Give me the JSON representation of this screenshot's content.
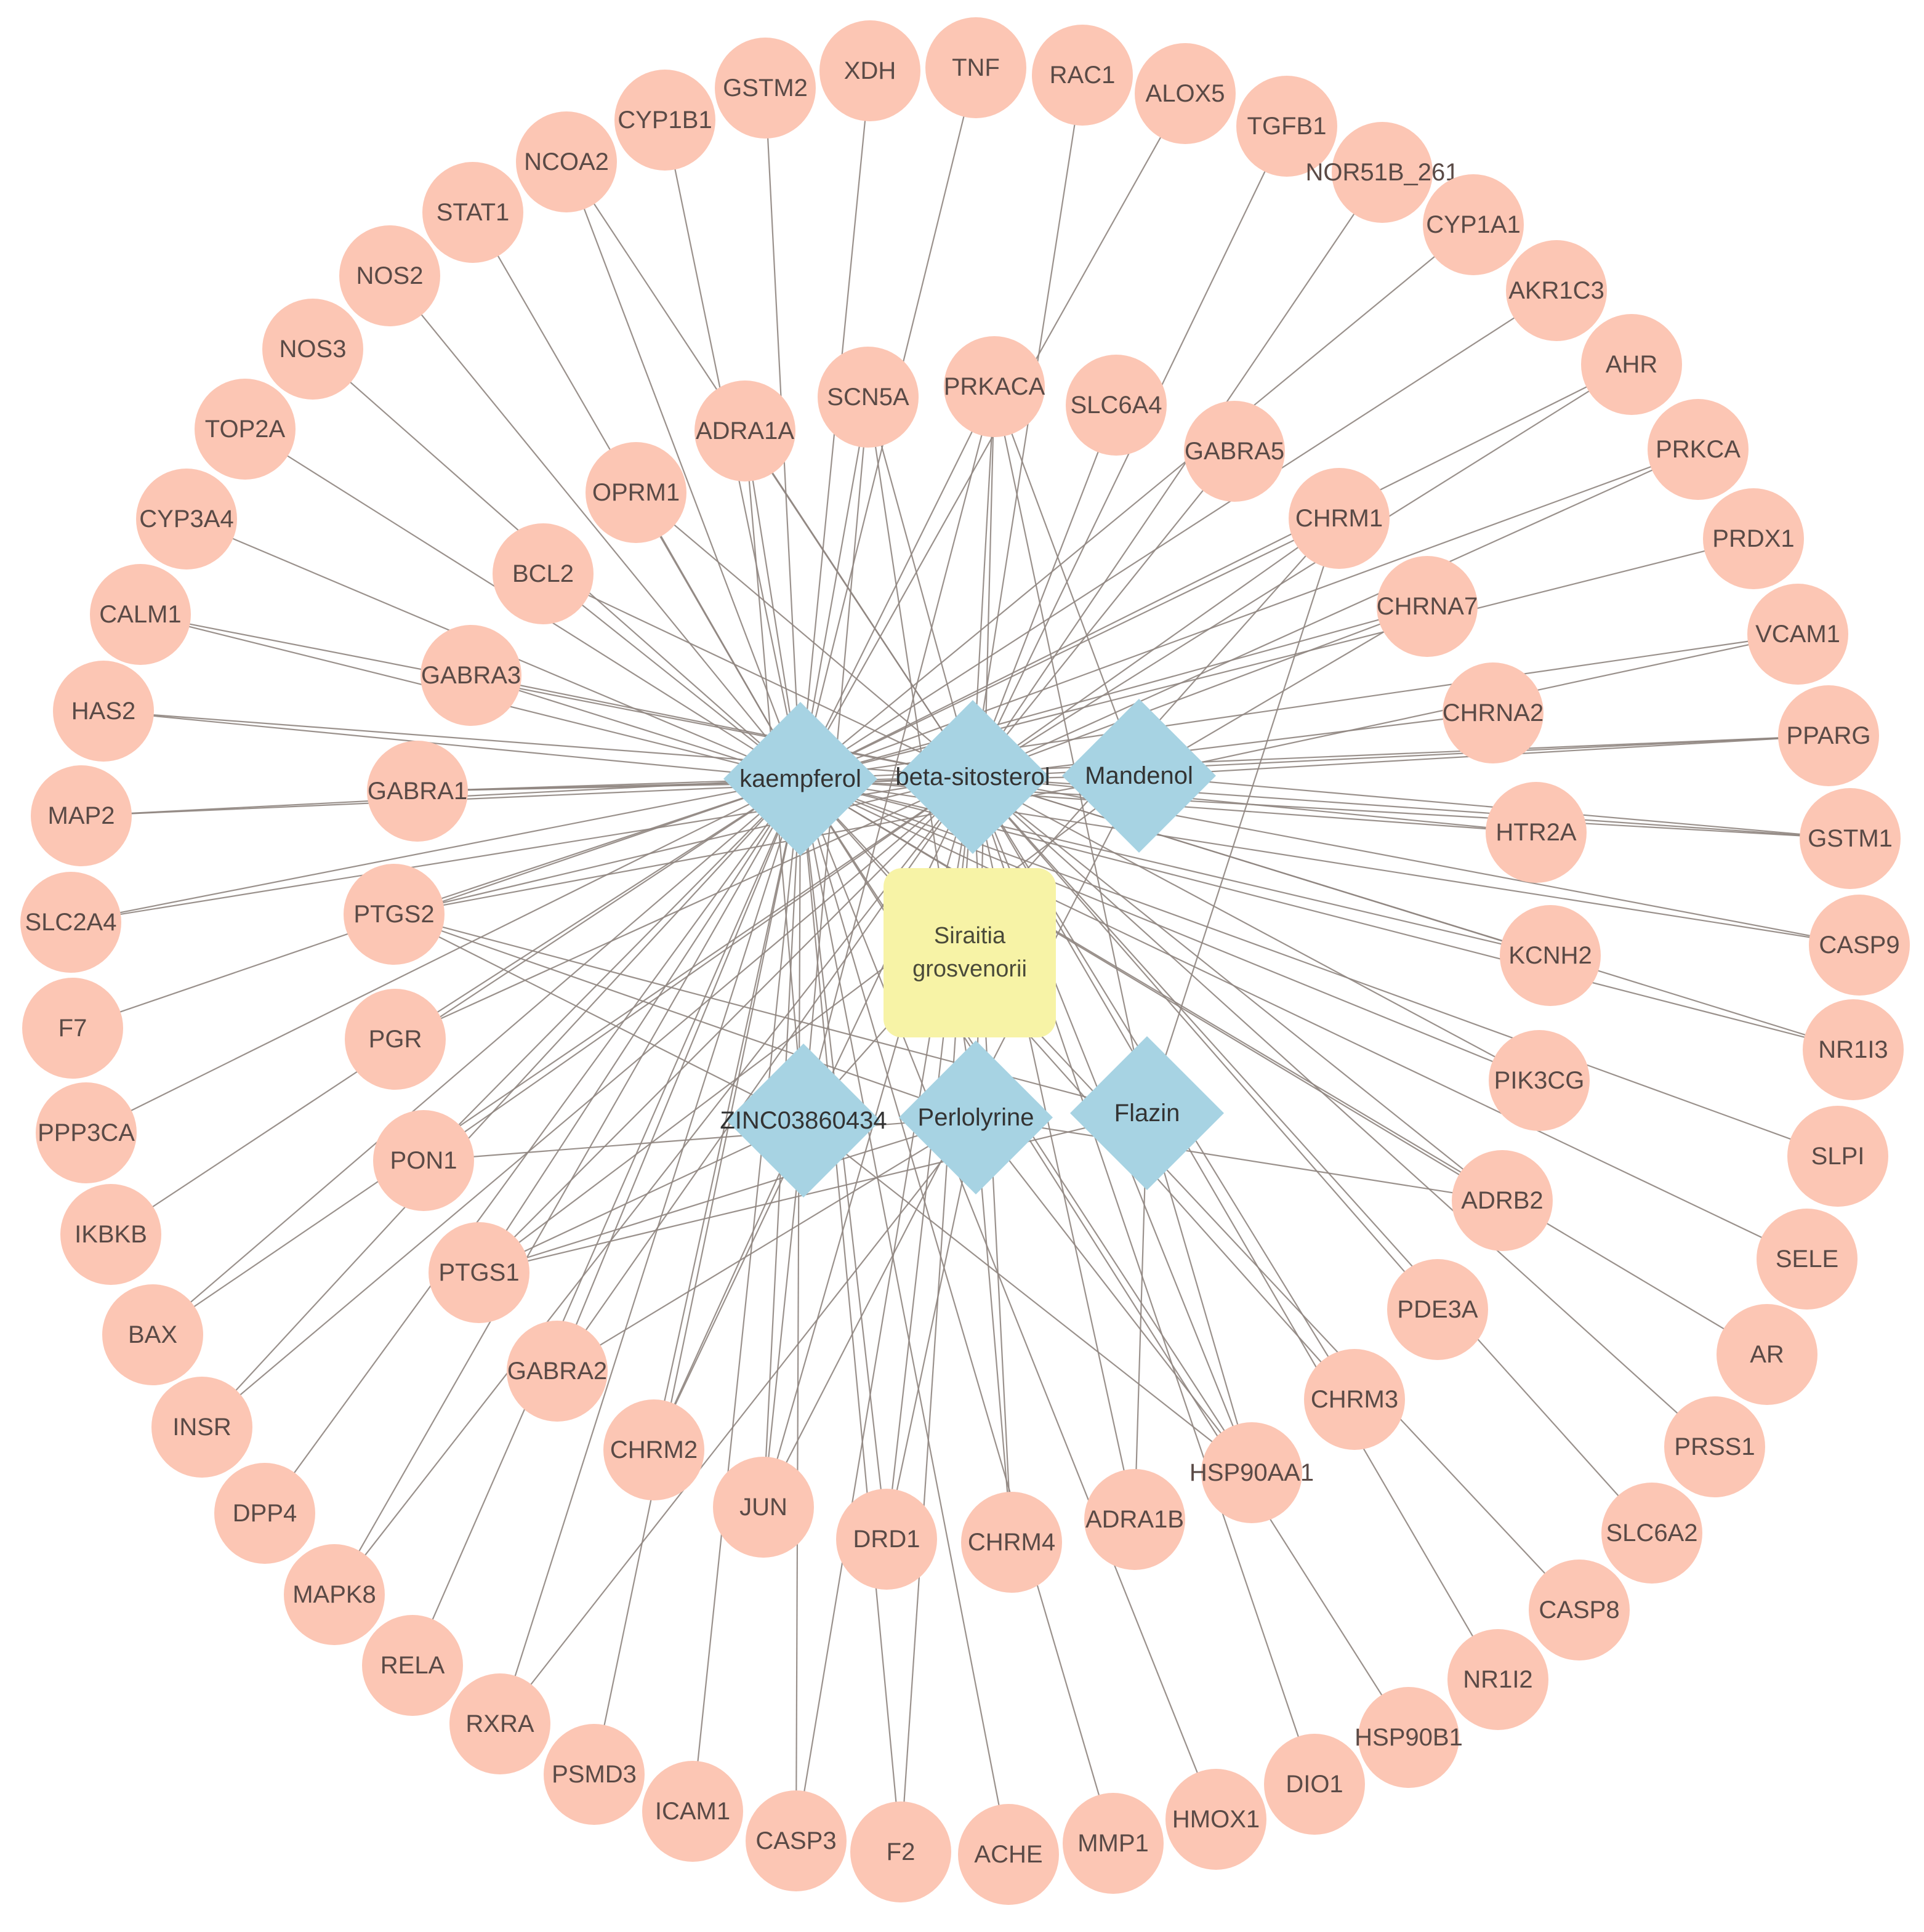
{
  "colors": {
    "target": "#fcc6b4",
    "compound": "#a7d3e3",
    "herb": "#f7f3a6",
    "edge": "#8f8580"
  },
  "herb": {
    "label": "Siraitia\ngrosvenorii",
    "lines": [
      "Siraitia",
      "grosvenorii"
    ]
  },
  "compounds": [
    {
      "id": "kaempferol",
      "label": "kaempferol"
    },
    {
      "id": "beta-sitosterol",
      "label": "beta-sitosterol"
    },
    {
      "id": "Mandenol",
      "label": "Mandenol"
    },
    {
      "id": "ZINC03860434",
      "label": "ZINC03860434"
    },
    {
      "id": "Perlolyrine",
      "label": "Perlolyrine"
    },
    {
      "id": "Flazin",
      "label": "Flazin"
    }
  ],
  "outer_targets": [
    "TNF",
    "RAC1",
    "ALOX5",
    "TGFB1",
    "NOR51B_261",
    "CYP1A1",
    "AKR1C3",
    "AHR",
    "PRKCA",
    "PRDX1",
    "VCAM1",
    "PPARG",
    "GSTM1",
    "CASP9",
    "NR1I3",
    "SLPI",
    "SELE",
    "AR",
    "PRSS1",
    "SLC6A2",
    "CASP8",
    "NR1I2",
    "HSP90B1",
    "DIO1",
    "HMOX1",
    "MMP1",
    "ACHE",
    "F2",
    "CASP3",
    "ICAM1",
    "PSMD3",
    "RXRA",
    "RELA",
    "MAPK8",
    "DPP4",
    "INSR",
    "BAX",
    "IKBKB",
    "PPP3CA",
    "F7",
    "SLC2A4",
    "MAP2",
    "HAS2",
    "CALM1",
    "CYP3A4",
    "TOP2A",
    "NOS3",
    "NOS2",
    "STAT1",
    "NCOA2",
    "CYP1B1",
    "GSTM2",
    "XDH"
  ],
  "inner_targets": [
    "SCN5A",
    "PRKACA",
    "SLC6A4",
    "GABRA5",
    "CHRM1",
    "CHRNA7",
    "CHRNA2",
    "HTR2A",
    "KCNH2",
    "PIK3CG",
    "ADRB2",
    "PDE3A",
    "CHRM3",
    "HSP90AA1",
    "ADRA1B",
    "CHRM4",
    "DRD1",
    "JUN",
    "CHRM2",
    "GABRA2",
    "PTGS1",
    "PON1",
    "PGR",
    "PTGS2",
    "GABRA1",
    "GABRA3",
    "BCL2",
    "OPRM1",
    "ADRA1A"
  ],
  "edges": [
    [
      "kaempferol",
      "TNF"
    ],
    [
      "kaempferol",
      "ALOX5"
    ],
    [
      "kaempferol",
      "NCOA2"
    ],
    [
      "kaempferol",
      "CYP1B1"
    ],
    [
      "kaempferol",
      "GSTM2"
    ],
    [
      "kaempferol",
      "XDH"
    ],
    [
      "kaempferol",
      "STAT1"
    ],
    [
      "kaempferol",
      "NOS2"
    ],
    [
      "kaempferol",
      "NOS3"
    ],
    [
      "kaempferol",
      "TOP2A"
    ],
    [
      "kaempferol",
      "CYP3A4"
    ],
    [
      "kaempferol",
      "CALM1"
    ],
    [
      "kaempferol",
      "HAS2"
    ],
    [
      "kaempferol",
      "MAP2"
    ],
    [
      "kaempferol",
      "SLC2A4"
    ],
    [
      "kaempferol",
      "F7"
    ],
    [
      "kaempferol",
      "PPP3CA"
    ],
    [
      "kaempferol",
      "IKBKB"
    ],
    [
      "kaempferol",
      "BAX"
    ],
    [
      "kaempferol",
      "INSR"
    ],
    [
      "kaempferol",
      "DPP4"
    ],
    [
      "kaempferol",
      "MAPK8"
    ],
    [
      "kaempferol",
      "RELA"
    ],
    [
      "kaempferol",
      "RXRA"
    ],
    [
      "kaempferol",
      "PSMD3"
    ],
    [
      "kaempferol",
      "ICAM1"
    ],
    [
      "kaempferol",
      "CASP3"
    ],
    [
      "kaempferol",
      "F2"
    ],
    [
      "kaempferol",
      "CYP1A1"
    ],
    [
      "kaempferol",
      "AKR1C3"
    ],
    [
      "kaempferol",
      "AHR"
    ],
    [
      "kaempferol",
      "PRKCA"
    ],
    [
      "kaempferol",
      "PRDX1"
    ],
    [
      "kaempferol",
      "VCAM1"
    ],
    [
      "kaempferol",
      "PPARG"
    ],
    [
      "kaempferol",
      "GSTM1"
    ],
    [
      "kaempferol",
      "CASP9"
    ],
    [
      "kaempferol",
      "NR1I3"
    ],
    [
      "kaempferol",
      "SLPI"
    ],
    [
      "kaempferol",
      "SELE"
    ],
    [
      "kaempferol",
      "AR"
    ],
    [
      "kaempferol",
      "CASP8"
    ],
    [
      "kaempferol",
      "HSP90B1"
    ],
    [
      "kaempferol",
      "HMOX1"
    ],
    [
      "kaempferol",
      "MMP1"
    ],
    [
      "kaempferol",
      "ACHE"
    ],
    [
      "kaempferol",
      "PTGS2"
    ],
    [
      "kaempferol",
      "PTGS1"
    ],
    [
      "kaempferol",
      "PGR"
    ],
    [
      "kaempferol",
      "PON1"
    ],
    [
      "kaempferol",
      "GABRA1"
    ],
    [
      "kaempferol",
      "GABRA3"
    ],
    [
      "kaempferol",
      "GABRA2"
    ],
    [
      "kaempferol",
      "BCL2"
    ],
    [
      "kaempferol",
      "OPRM1"
    ],
    [
      "kaempferol",
      "ADRA1A"
    ],
    [
      "kaempferol",
      "SCN5A"
    ],
    [
      "kaempferol",
      "PRKACA"
    ],
    [
      "kaempferol",
      "CHRM1"
    ],
    [
      "kaempferol",
      "CHRM2"
    ],
    [
      "kaempferol",
      "CHRM3"
    ],
    [
      "kaempferol",
      "JUN"
    ],
    [
      "kaempferol",
      "DRD1"
    ],
    [
      "kaempferol",
      "ADRB2"
    ],
    [
      "kaempferol",
      "HSP90AA1"
    ],
    [
      "kaempferol",
      "PIK3CG"
    ],
    [
      "kaempferol",
      "KCNH2"
    ],
    [
      "kaempferol",
      "CHRNA7"
    ],
    [
      "kaempferol",
      "HTR2A"
    ],
    [
      "beta-sitosterol",
      "RAC1"
    ],
    [
      "beta-sitosterol",
      "TGFB1"
    ],
    [
      "beta-sitosterol",
      "NOR51B_261"
    ],
    [
      "beta-sitosterol",
      "NCOA2"
    ],
    [
      "beta-sitosterol",
      "PPARG"
    ],
    [
      "beta-sitosterol",
      "GSTM1"
    ],
    [
      "beta-sitosterol",
      "CASP9"
    ],
    [
      "beta-sitosterol",
      "NR1I3"
    ],
    [
      "beta-sitosterol",
      "PRSS1"
    ],
    [
      "beta-sitosterol",
      "SLC6A2"
    ],
    [
      "beta-sitosterol",
      "NR1I2"
    ],
    [
      "beta-sitosterol",
      "DIO1"
    ],
    [
      "beta-sitosterol",
      "CASP3"
    ],
    [
      "beta-sitosterol",
      "F2"
    ],
    [
      "beta-sitosterol",
      "CALM1"
    ],
    [
      "beta-sitosterol",
      "HAS2"
    ],
    [
      "beta-sitosterol",
      "MAP2"
    ],
    [
      "beta-sitosterol",
      "SLC2A4"
    ],
    [
      "beta-sitosterol",
      "PTGS2"
    ],
    [
      "beta-sitosterol",
      "PTGS1"
    ],
    [
      "beta-sitosterol",
      "PGR"
    ],
    [
      "beta-sitosterol",
      "PON1"
    ],
    [
      "beta-sitosterol",
      "GABRA1"
    ],
    [
      "beta-sitosterol",
      "GABRA3"
    ],
    [
      "beta-sitosterol",
      "GABRA2"
    ],
    [
      "beta-sitosterol",
      "GABRA5"
    ],
    [
      "beta-sitosterol",
      "BCL2"
    ],
    [
      "beta-sitosterol",
      "OPRM1"
    ],
    [
      "beta-sitosterol",
      "ADRA1A"
    ],
    [
      "beta-sitosterol",
      "ADRA1B"
    ],
    [
      "beta-sitosterol",
      "SCN5A"
    ],
    [
      "beta-sitosterol",
      "PRKACA"
    ],
    [
      "beta-sitosterol",
      "SLC6A4"
    ],
    [
      "beta-sitosterol",
      "CHRM1"
    ],
    [
      "beta-sitosterol",
      "CHRM2"
    ],
    [
      "beta-sitosterol",
      "CHRM3"
    ],
    [
      "beta-sitosterol",
      "CHRM4"
    ],
    [
      "beta-sitosterol",
      "CHRNA7"
    ],
    [
      "beta-sitosterol",
      "CHRNA2"
    ],
    [
      "beta-sitosterol",
      "HTR2A"
    ],
    [
      "beta-sitosterol",
      "KCNH2"
    ],
    [
      "beta-sitosterol",
      "PIK3CG"
    ],
    [
      "beta-sitosterol",
      "ADRB2"
    ],
    [
      "beta-sitosterol",
      "PDE3A"
    ],
    [
      "beta-sitosterol",
      "HSP90AA1"
    ],
    [
      "beta-sitosterol",
      "JUN"
    ],
    [
      "beta-sitosterol",
      "DRD1"
    ],
    [
      "beta-sitosterol",
      "BAX"
    ],
    [
      "beta-sitosterol",
      "INSR"
    ],
    [
      "beta-sitosterol",
      "MAPK8"
    ],
    [
      "beta-sitosterol",
      "PRKCA"
    ],
    [
      "beta-sitosterol",
      "AHR"
    ],
    [
      "Mandenol",
      "PTGS2"
    ],
    [
      "Mandenol",
      "PTGS1"
    ],
    [
      "Mandenol",
      "GABRA1"
    ],
    [
      "Mandenol",
      "PPARG"
    ],
    [
      "Mandenol",
      "VCAM1"
    ],
    [
      "Mandenol",
      "CHRNA7"
    ],
    [
      "Mandenol",
      "GSTM1"
    ],
    [
      "Mandenol",
      "JUN"
    ],
    [
      "Mandenol",
      "PRKACA"
    ],
    [
      "ZINC03860434",
      "PTGS2"
    ],
    [
      "ZINC03860434",
      "PTGS1"
    ],
    [
      "ZINC03860434",
      "CHRM1"
    ],
    [
      "ZINC03860434",
      "CHRM2"
    ],
    [
      "ZINC03860434",
      "PRKACA"
    ],
    [
      "ZINC03860434",
      "SCN5A"
    ],
    [
      "ZINC03860434",
      "ADRA1A"
    ],
    [
      "ZINC03860434",
      "HSP90AA1"
    ],
    [
      "ZINC03860434",
      "JUN"
    ],
    [
      "Perlolyrine",
      "PTGS2"
    ],
    [
      "Perlolyrine",
      "PTGS1"
    ],
    [
      "Perlolyrine",
      "GABRA2"
    ],
    [
      "Perlolyrine",
      "HSP90AA1"
    ],
    [
      "Perlolyrine",
      "CHRM4"
    ],
    [
      "Perlolyrine",
      "ADRB2"
    ],
    [
      "Perlolyrine",
      "PRKACA"
    ],
    [
      "Perlolyrine",
      "SCN5A"
    ],
    [
      "Perlolyrine",
      "PON1"
    ],
    [
      "Perlolyrine",
      "RXRA"
    ],
    [
      "Perlolyrine",
      "DRD1"
    ],
    [
      "Flazin",
      "PTGS2"
    ],
    [
      "Flazin",
      "PTGS1"
    ],
    [
      "Flazin",
      "PRKACA"
    ],
    [
      "Flazin",
      "HSP90AA1"
    ],
    [
      "Flazin",
      "ADRA1B"
    ],
    [
      "Flazin",
      "CHRM1"
    ]
  ]
}
